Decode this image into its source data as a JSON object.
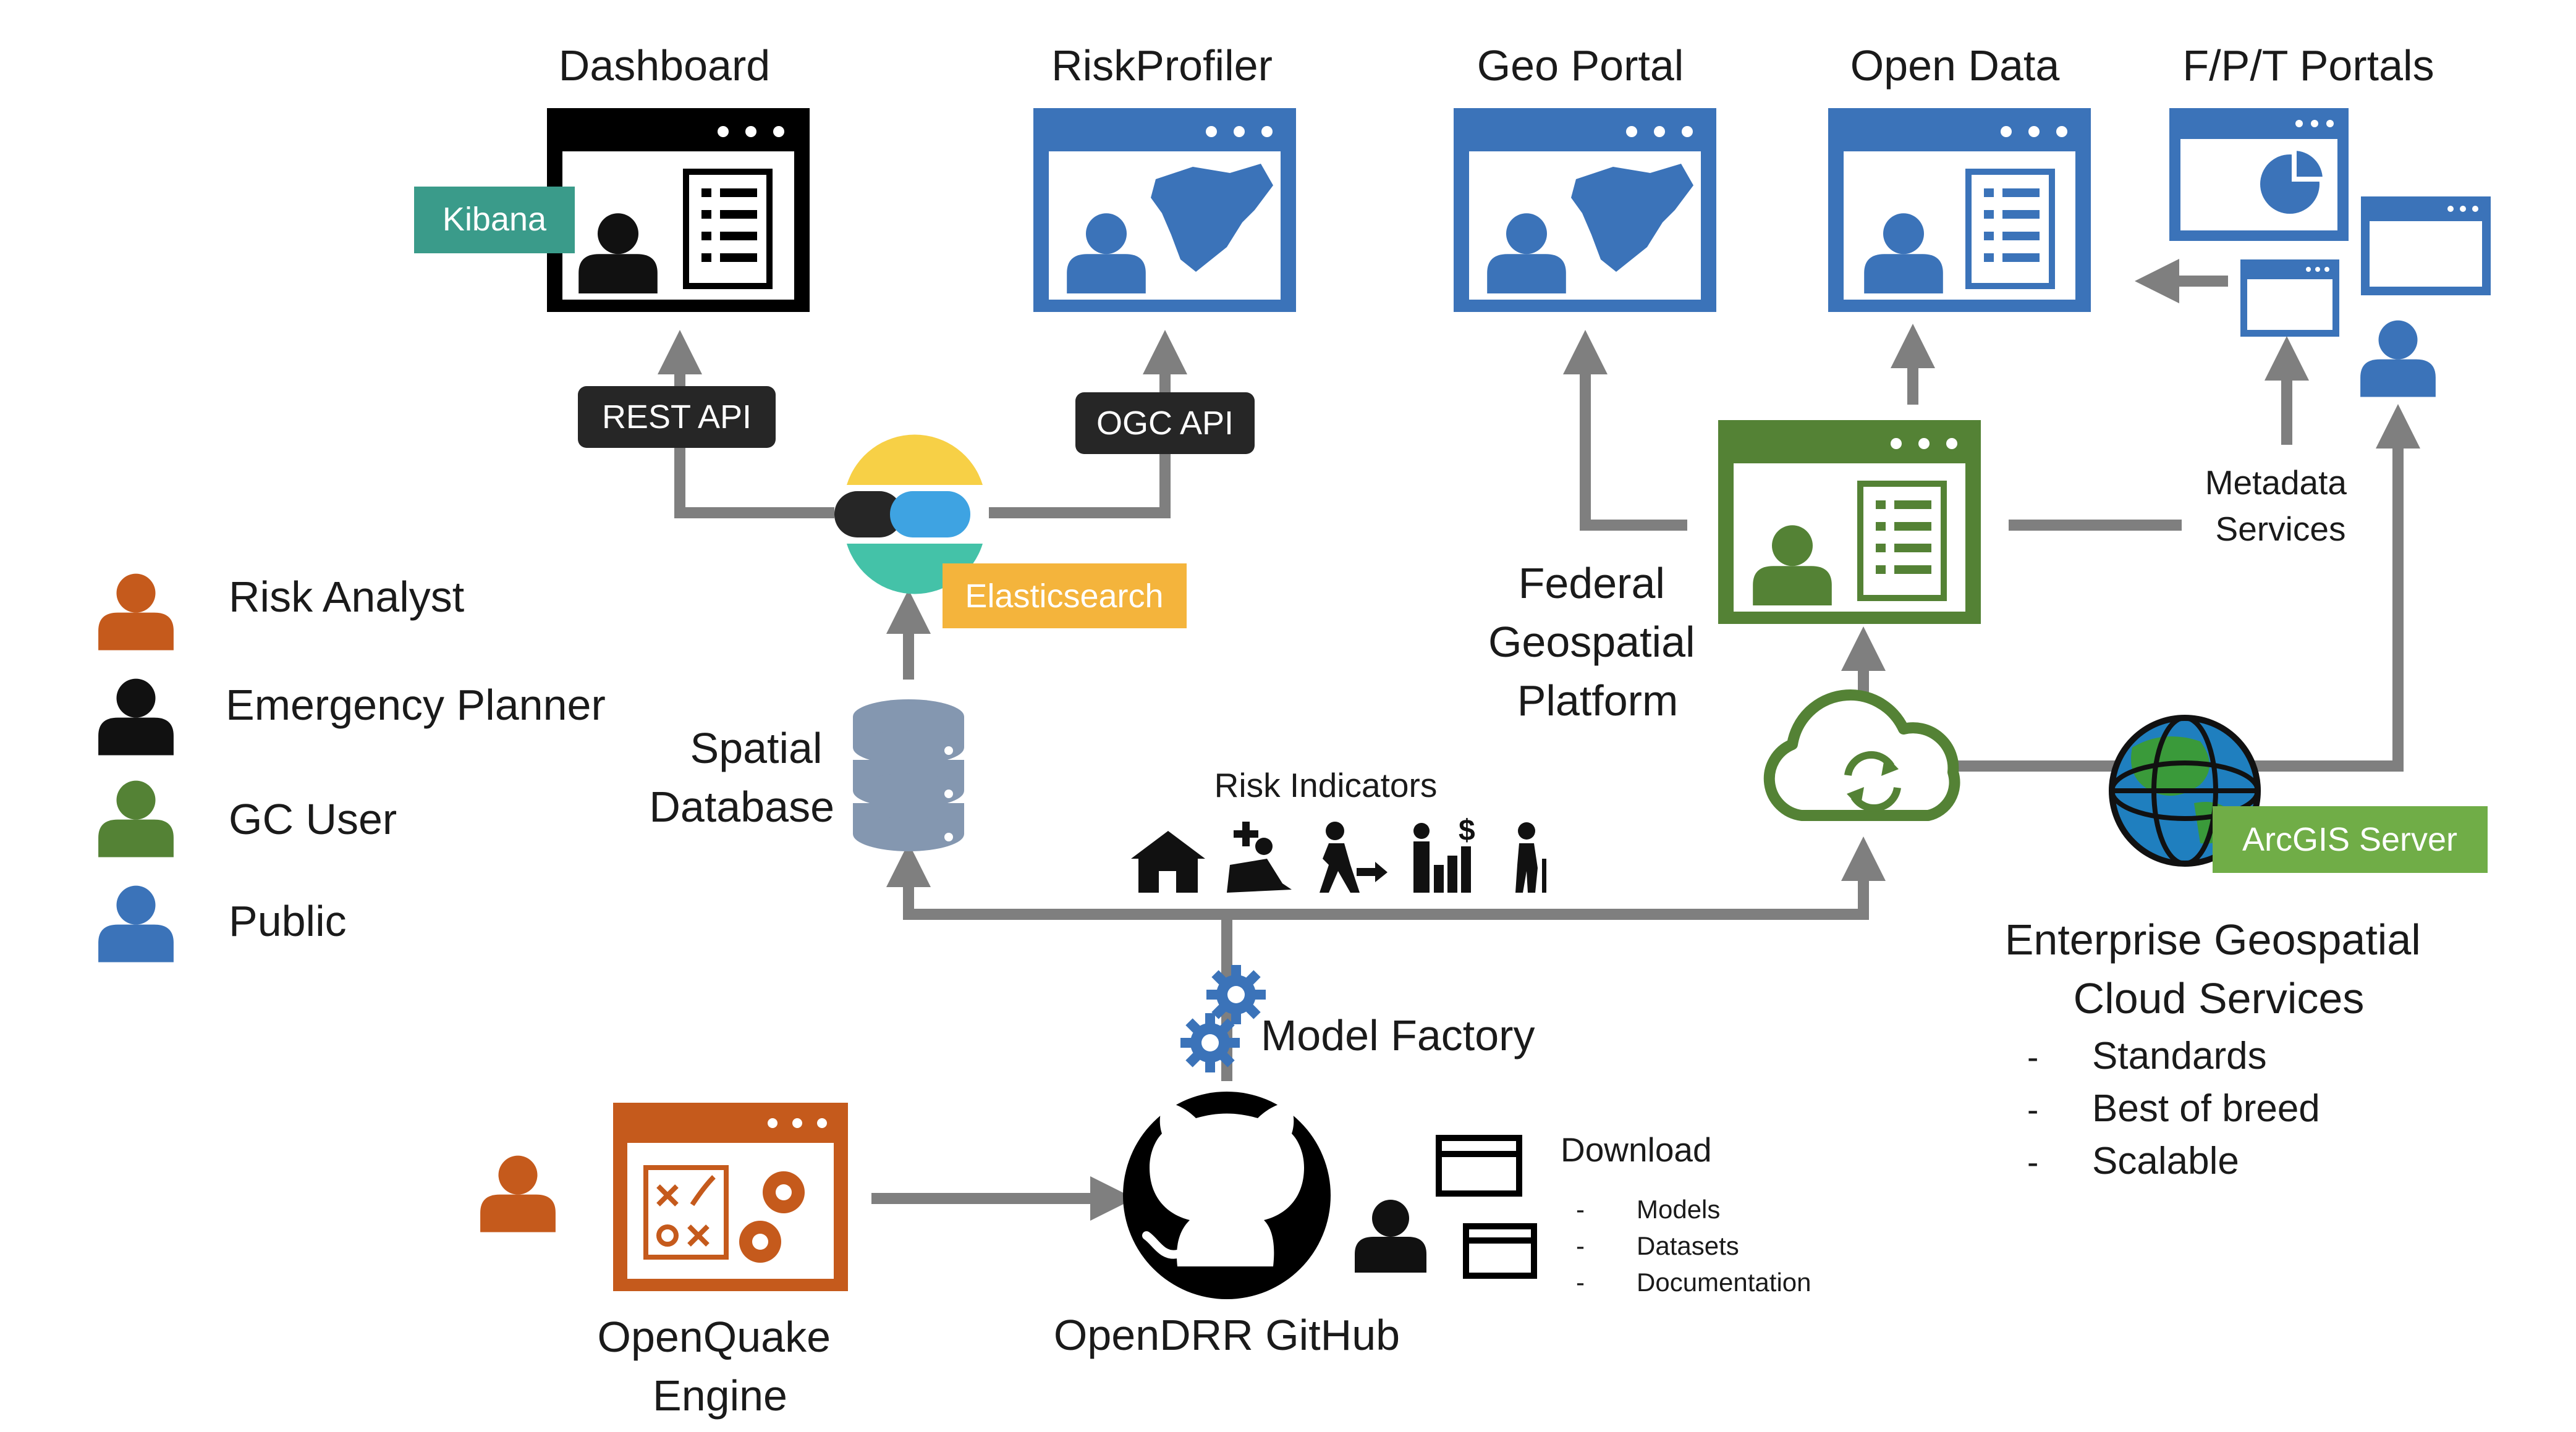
{
  "portals": {
    "dashboard": "Dashboard",
    "riskprofiler": "RiskProfiler",
    "geoportal": "Geo Portal",
    "opendata": "Open Data",
    "fpt": "F/P/T Portals"
  },
  "tags": {
    "kibana": "Kibana",
    "rest_api": "REST API",
    "ogc_api": "OGC API",
    "elasticsearch": "Elasticsearch",
    "arcgis": "ArcGIS Server"
  },
  "legend": [
    {
      "label": "Risk Analyst",
      "color": "#c55a1c"
    },
    {
      "label": "Emergency Planner",
      "color": "#111111"
    },
    {
      "label": "GC User",
      "color": "#548235"
    },
    {
      "label": "Public",
      "color": "#3b73b9"
    }
  ],
  "spatial_db": [
    "Spatial",
    "Database"
  ],
  "federal_platform": [
    "Federal",
    "Geospatial",
    "Platform"
  ],
  "metadata_services": [
    "Metadata",
    "Services"
  ],
  "risk_indicators": "Risk Indicators",
  "model_factory": "Model Factory",
  "enterprise": {
    "title": [
      "Enterprise Geospatial",
      "Cloud Services"
    ],
    "items": [
      "Standards",
      "Best of breed",
      "Scalable"
    ]
  },
  "openquake": [
    "OpenQuake",
    "Engine"
  ],
  "github": "OpenDRR GitHub",
  "download": {
    "title": "Download",
    "items": [
      "Models",
      "Datasets",
      "Documentation"
    ]
  },
  "colors": {
    "black": "#000000",
    "blue": "#3b73b9",
    "green": "#548235",
    "orange": "#c55a1c",
    "arrow": "#7f7f7f",
    "teal_tag": "#3a9b8a",
    "yellow_tag": "#f4b43c",
    "green_tag": "#70ad47"
  }
}
